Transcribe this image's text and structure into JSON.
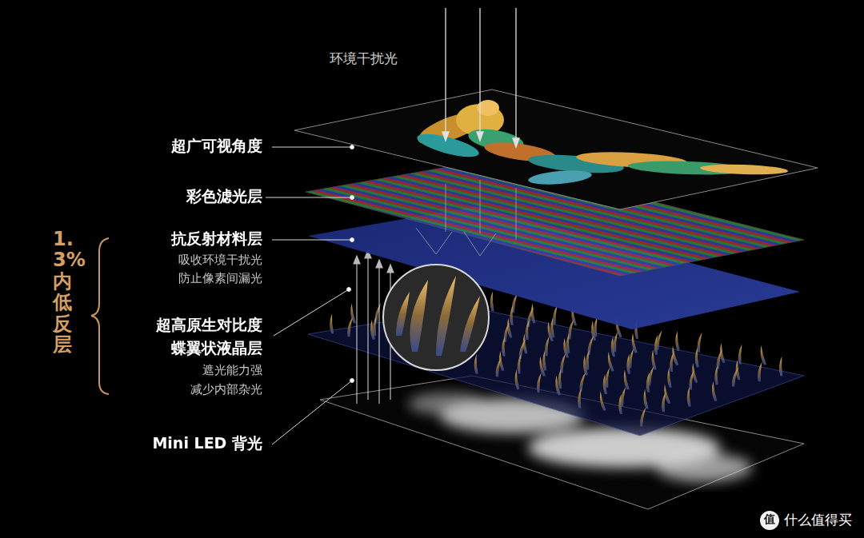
{
  "diagram": {
    "labels": [
      "环境干扰光",
      "超广可视角度",
      "彩色滤光层",
      "抗反射材料层",
      "吸收环境干扰光",
      "防止像素间漏光",
      "1.3% 内低反层",
      "超高原生对比度",
      "蝶翼状液晶层",
      "遮光能力强",
      "减少内部杂光",
      "Mini LED 背光",
      "值",
      "什么值得买"
    ]
  }
}
